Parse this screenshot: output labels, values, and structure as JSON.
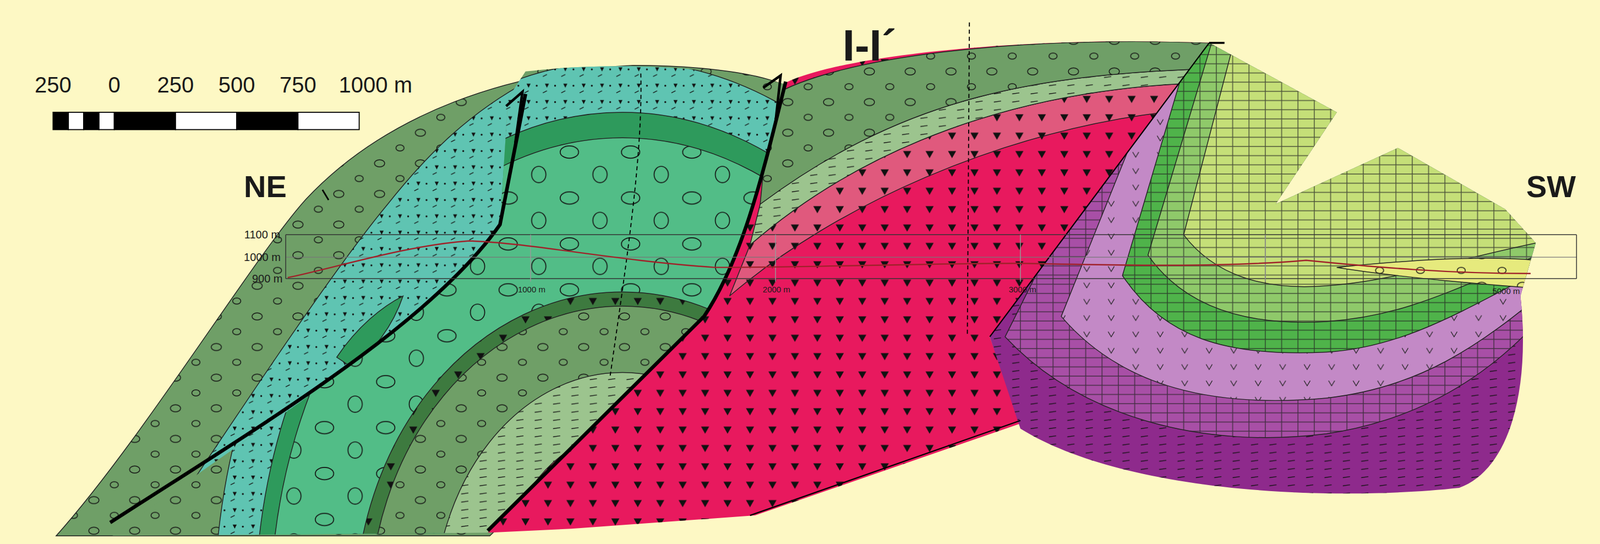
{
  "diagram": {
    "title": "I-I´",
    "labels": [
      "250",
      "0",
      "250",
      "500",
      "750",
      "1000 m",
      "NE",
      "SW",
      "1100 m",
      "1000 m",
      "900 m",
      "1000 m",
      "2000 m",
      "3000 m",
      "5000 m"
    ]
  }
}
